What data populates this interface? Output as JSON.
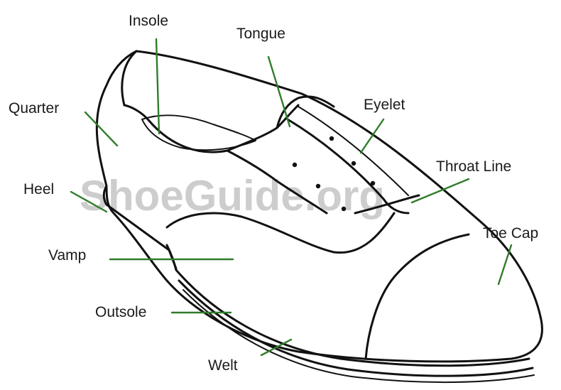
{
  "watermark": "ShoeGuide.org",
  "labels": {
    "insole": "Insole",
    "tongue": "Tongue",
    "quarter": "Quarter",
    "eyelet": "Eyelet",
    "throat_line": "Throat Line",
    "heel": "Heel",
    "toe_cap": "Toe Cap",
    "vamp": "Vamp",
    "outsole": "Outsole",
    "welt": "Welt"
  },
  "colors": {
    "leader": "#2f7d2a",
    "ink": "#111111",
    "watermark": "#bdbdbd"
  }
}
